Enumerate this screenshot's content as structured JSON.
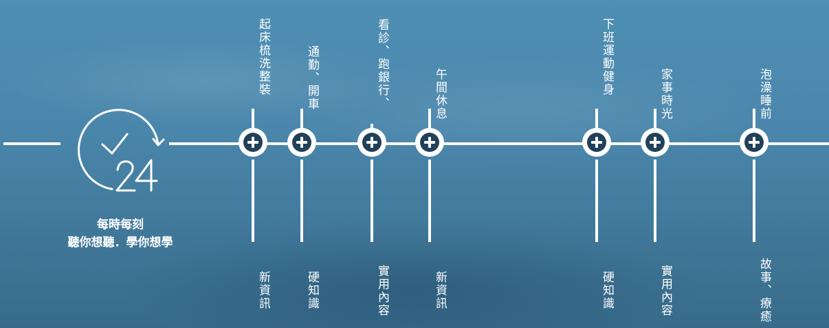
{
  "caption": {
    "line1": "每時每刻",
    "line2": "聽你想聽．學你想學"
  },
  "icons": {
    "clock": "clock-24h-icon",
    "node": "plus-circle-icon"
  },
  "colors": {
    "line": "#ffffff",
    "node_fill": "#21405a",
    "text": "#ffffff"
  },
  "timeline": [
    {
      "id": "wakeup",
      "top": "起床梳洗整裝",
      "bottom": "新資訊"
    },
    {
      "id": "commute",
      "top": "通勤、開車",
      "bottom": "硬知識"
    },
    {
      "id": "errands",
      "top": "看診、跑銀行、",
      "bottom": "實用內容"
    },
    {
      "id": "lunch",
      "top": "午間休息",
      "bottom": "新資訊"
    },
    {
      "id": "workout",
      "top": "下班運動健身",
      "bottom": "硬知識"
    },
    {
      "id": "chores",
      "top": "家事時光",
      "bottom": "實用內容"
    },
    {
      "id": "bedtime",
      "top": "泡澡睡前",
      "bottom": "故事、療癒"
    }
  ]
}
